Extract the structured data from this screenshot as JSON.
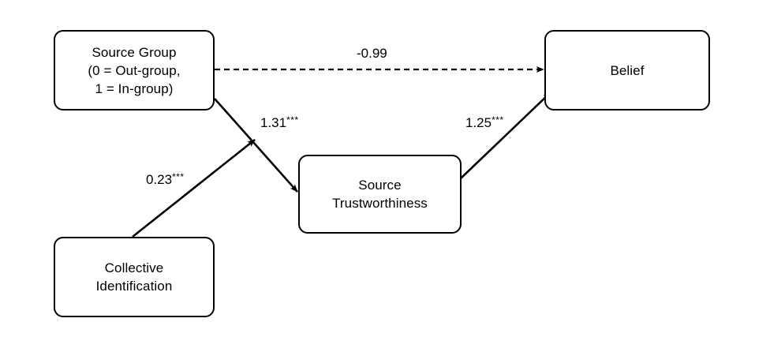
{
  "diagram": {
    "type": "path-model",
    "nodes": [
      {
        "id": "source-group",
        "label": "Source Group\n(0 = Out-group,\n1 = In-group)"
      },
      {
        "id": "belief",
        "label": "Belief"
      },
      {
        "id": "source-trustworthiness",
        "label": "Source\nTrustworthiness"
      },
      {
        "id": "collective-identification",
        "label": "Collective\nIdentification"
      }
    ],
    "edges": [
      {
        "id": "direct-effect",
        "from": "source-group",
        "to": "belief",
        "style": "dashed",
        "coefficient": "-0.99",
        "significance": ""
      },
      {
        "id": "a-path",
        "from": "source-group",
        "to": "source-trustworthiness",
        "style": "solid",
        "coefficient": "1.31",
        "significance": "***"
      },
      {
        "id": "b-path",
        "from": "source-trustworthiness",
        "to": "belief",
        "style": "solid",
        "coefficient": "1.25",
        "significance": "***"
      },
      {
        "id": "moderation-path",
        "from": "collective-identification",
        "to": "a-path",
        "style": "solid",
        "coefficient": "0.23",
        "significance": "***"
      }
    ],
    "colors": {
      "stroke": "#000000",
      "fill": "#ffffff",
      "text": "#000000"
    }
  }
}
